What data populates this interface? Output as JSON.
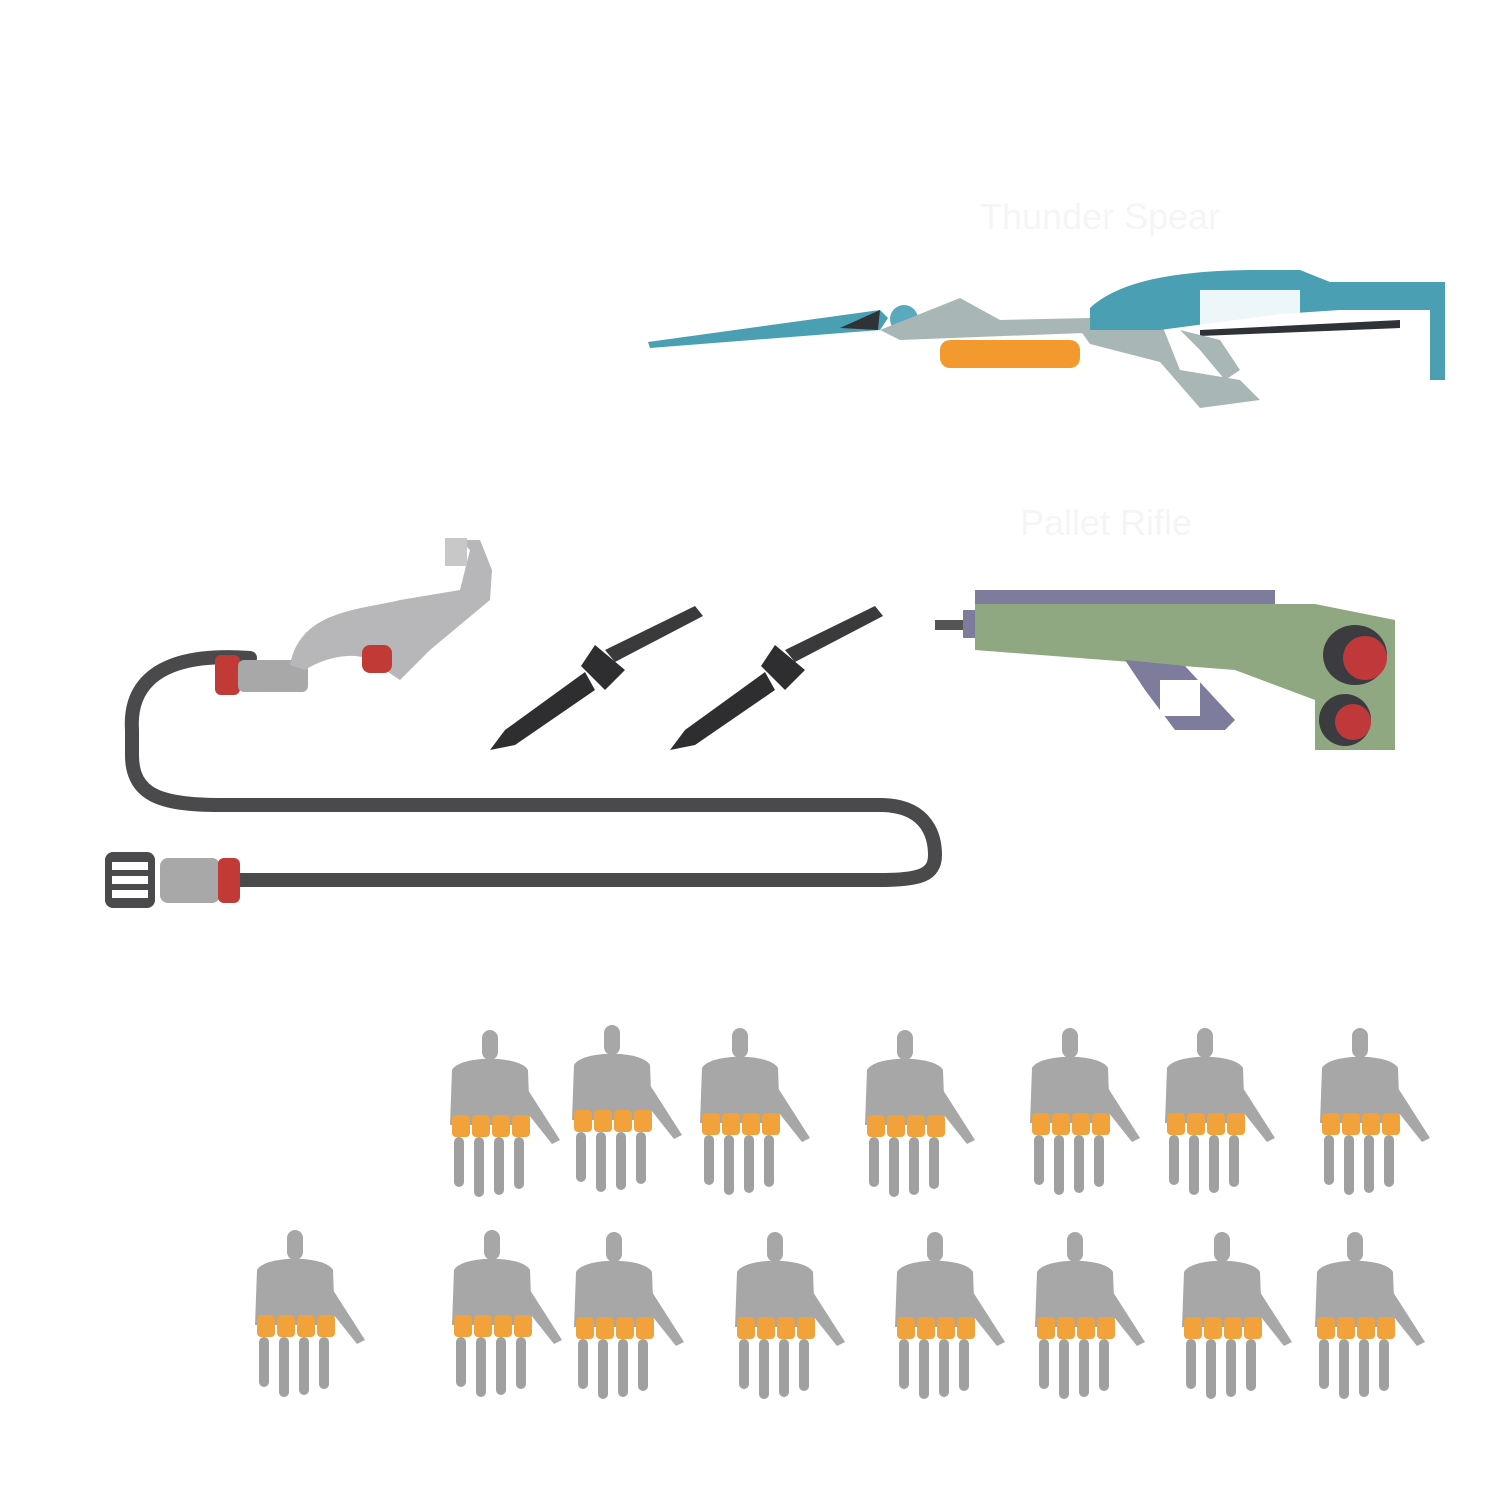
{
  "captions": {
    "thunder_spear": "Thunder Spear",
    "pallet_rifle": "Pallet Rifle"
  },
  "colors": {
    "spear_teal": "#4a9fb3",
    "spear_grey": "#a8b6b5",
    "spear_orange": "#f29a2e",
    "rifle_green": "#8fa882",
    "rifle_purple": "#7d7c9c",
    "rifle_red": "#c0393a",
    "cable_dark": "#4a4a4c",
    "plug_grey": "#a8a8a8",
    "plug_red": "#c23a35",
    "knife_black": "#2e2e30",
    "hand_grey": "#a7a7a7",
    "knuckle_orange": "#f2a23a"
  },
  "hands": {
    "top_row_count": 7,
    "bottom_row_count": 8
  }
}
